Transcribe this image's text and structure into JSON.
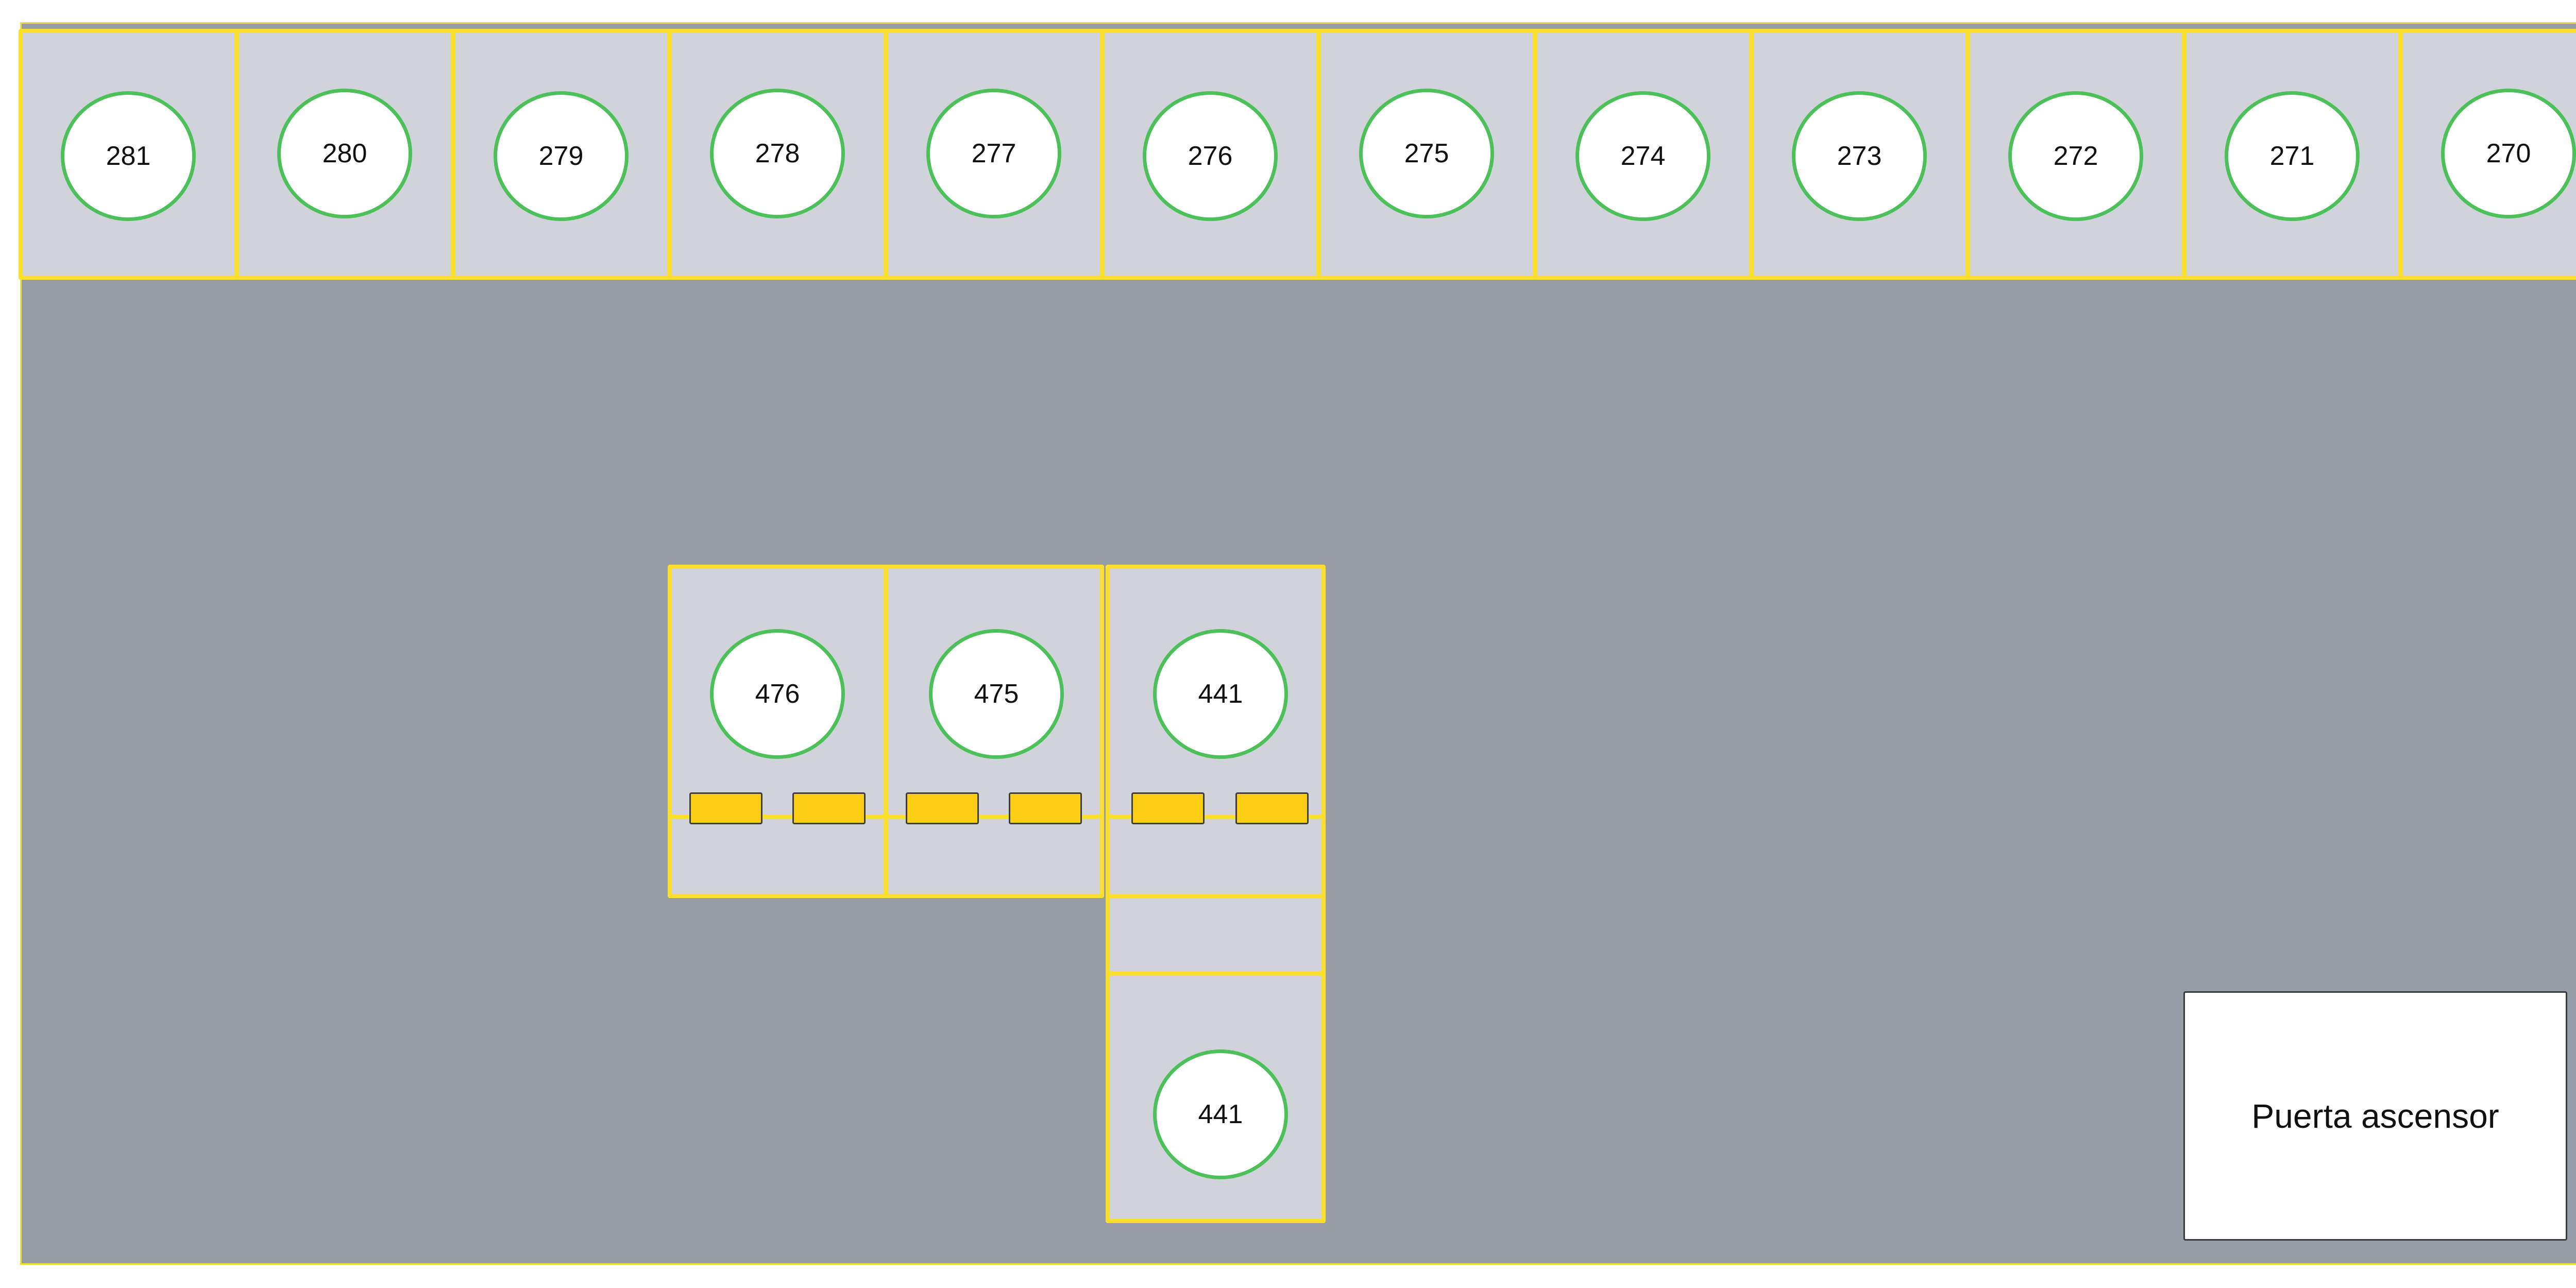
{
  "top_row_seats": [
    "281",
    "280",
    "279",
    "278",
    "277",
    "276",
    "275",
    "274",
    "273",
    "272",
    "271",
    "270"
  ],
  "cluster_seats": {
    "seat_476": "476",
    "seat_475": "475",
    "seat_441_upper": "441",
    "seat_441_lower": "441"
  },
  "elevator": {
    "label": "Puerta ascensor"
  },
  "colors": {
    "floor": "#979da6",
    "desk": "#d0d4da",
    "desk_border": "#fbdf2a",
    "seat_border": "#4cc159",
    "monitor": "#fbcd13"
  }
}
